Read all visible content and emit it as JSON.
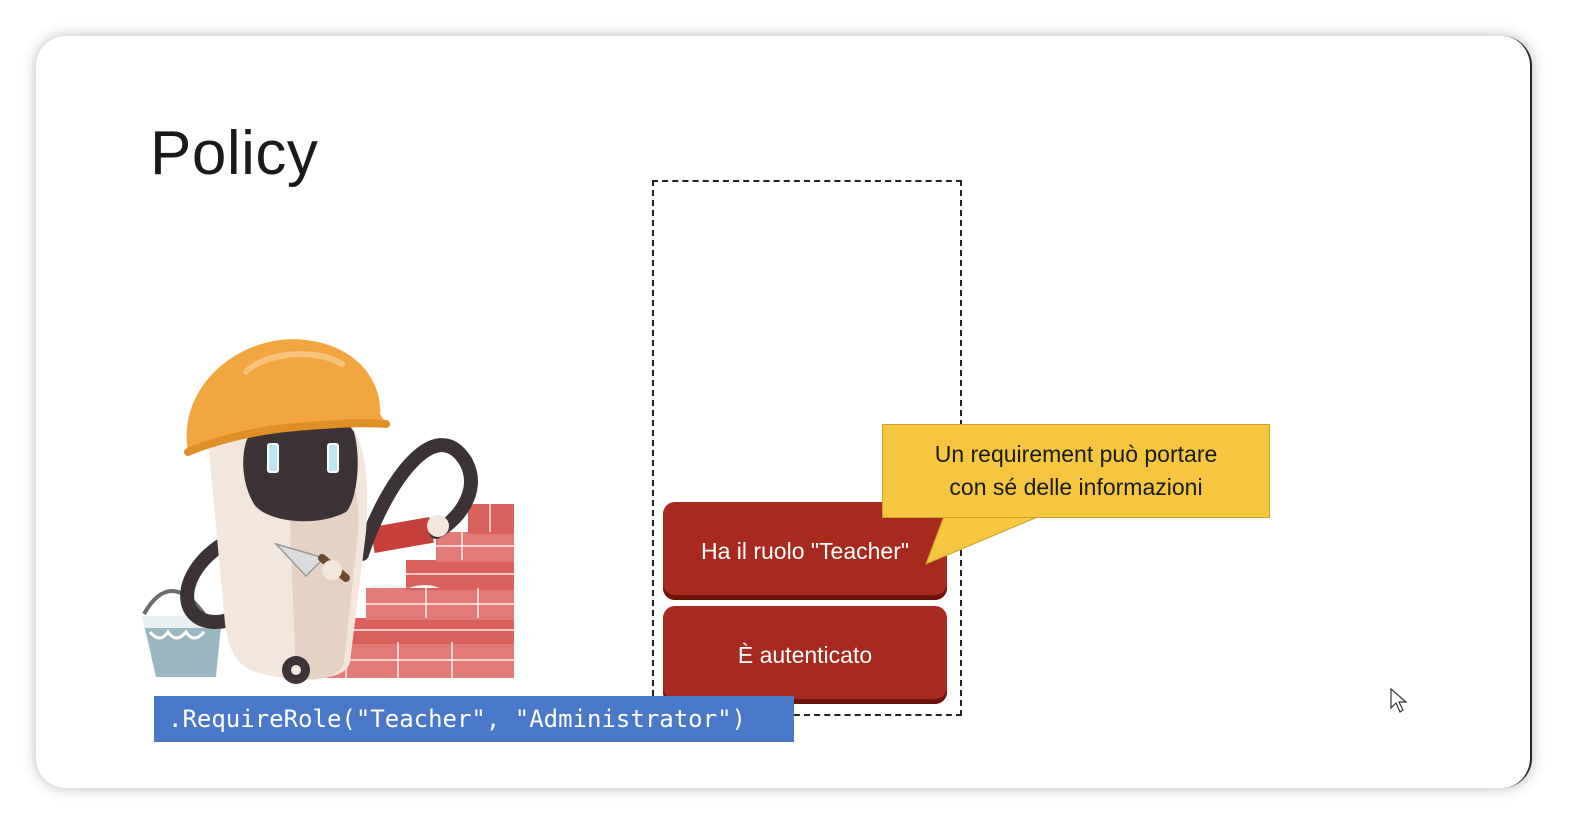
{
  "slide": {
    "title": "Policy",
    "stack": [
      {
        "label": "Ha il ruolo \"Teacher\""
      },
      {
        "label": "È autenticato"
      }
    ],
    "callout": {
      "line1": "Un requirement può portare",
      "line2": "con sé delle informazioni"
    },
    "code": ".RequireRole(\"Teacher\", \"Administrator\")"
  },
  "colors": {
    "brick": "#a82a1e",
    "callout": "#f6c63f",
    "code_bar": "#4a78c8",
    "helmet": "#f1a640"
  },
  "icons": {
    "illustration": "robot-bricklayer-icon",
    "pointer": "mouse-cursor-icon"
  }
}
